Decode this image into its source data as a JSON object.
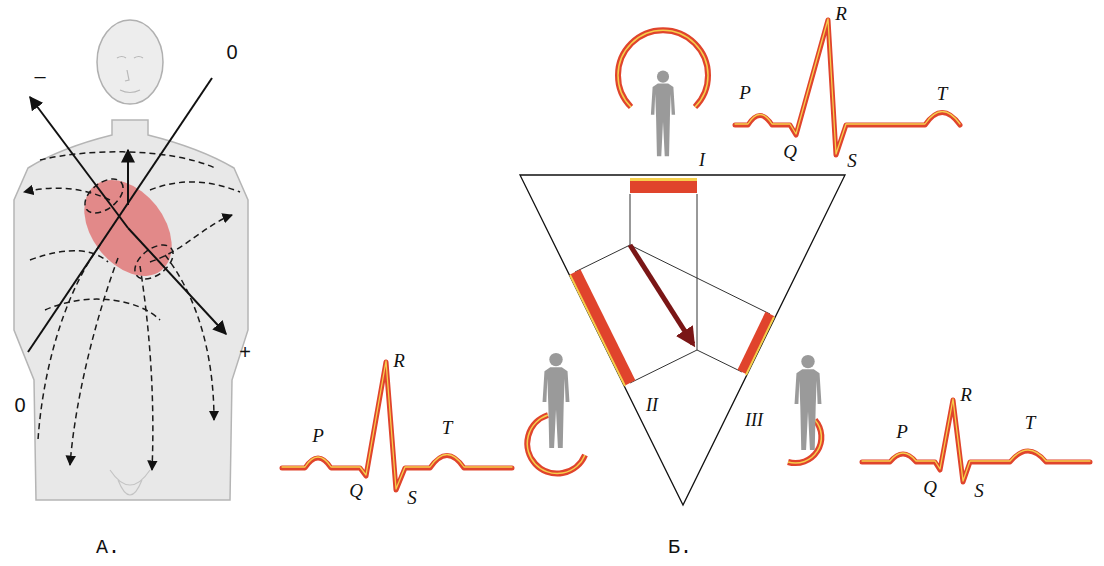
{
  "diagram": {
    "labels": [
      "–",
      "0",
      "0",
      "+",
      "А.",
      "I",
      "P",
      "R",
      "Q",
      "S",
      "T",
      "II",
      "III",
      "P",
      "R",
      "Q",
      "S",
      "T",
      "P",
      "R",
      "Q",
      "S",
      "T",
      "Б."
    ]
  }
}
